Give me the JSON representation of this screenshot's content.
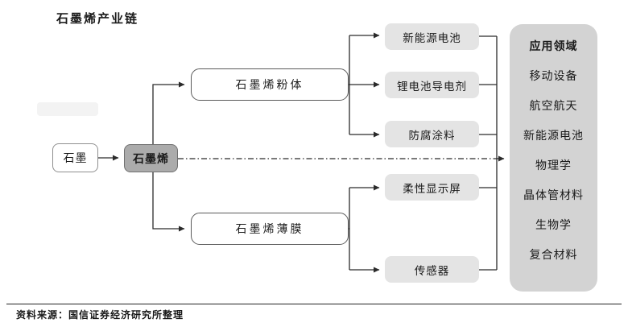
{
  "title": "石墨烯产业链",
  "nodes": {
    "graphite": "石墨",
    "graphene": "石墨烯",
    "powder": "石墨烯粉体",
    "film": "石墨烯薄膜",
    "powder_apps": [
      "新能源电池",
      "锂电池导电剂",
      "防腐涂料"
    ],
    "film_apps": [
      "柔性显示屏",
      "传感器"
    ]
  },
  "panel": {
    "header": "应用领域",
    "items": [
      "移动设备",
      "航空航天",
      "新能源电池",
      "物理学",
      "晶体管材料",
      "生物学",
      "复合材料"
    ]
  },
  "source": "资料来源：国信证券经济研究所整理",
  "colors": {
    "line_color": "#2b2b2b",
    "graphene_fill": "#ababab",
    "app_box_fill": "#e4e4e4",
    "panel_fill": "#d3d3d3",
    "page_bg": "#ffffff"
  }
}
